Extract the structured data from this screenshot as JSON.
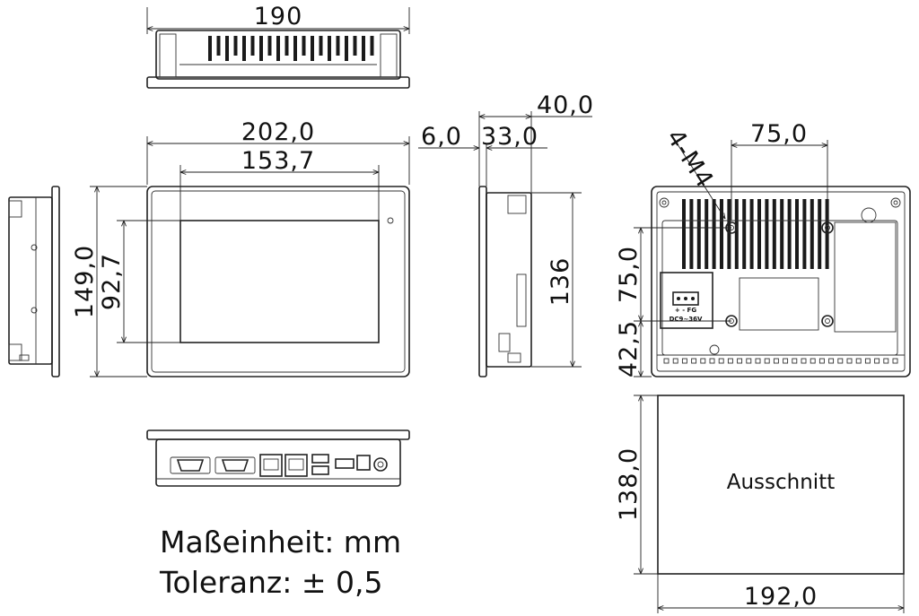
{
  "top_view": {
    "width_label": "190"
  },
  "front_view": {
    "overall_width": "202,0",
    "screen_width": "153,7",
    "overall_height": "149,0",
    "screen_height": "92,7"
  },
  "side_view": {
    "depth_total": "40,0",
    "bezel_depth": "6,0",
    "body_depth": "33,0",
    "body_height": "136"
  },
  "rear_view": {
    "mount_label": "4-M4",
    "hole_spacing_x": "75,0",
    "hole_spacing_y": "75,0",
    "hole_offset_y": "42,5",
    "power_polarity": "+ - FG",
    "power_spec": "DC9~36V"
  },
  "cutout": {
    "label": "Ausschnitt",
    "width": "192,0",
    "height": "138,0"
  },
  "notes": {
    "unit": "Maßeinheit: mm",
    "tolerance": "Toleranz: ± 0,5"
  }
}
